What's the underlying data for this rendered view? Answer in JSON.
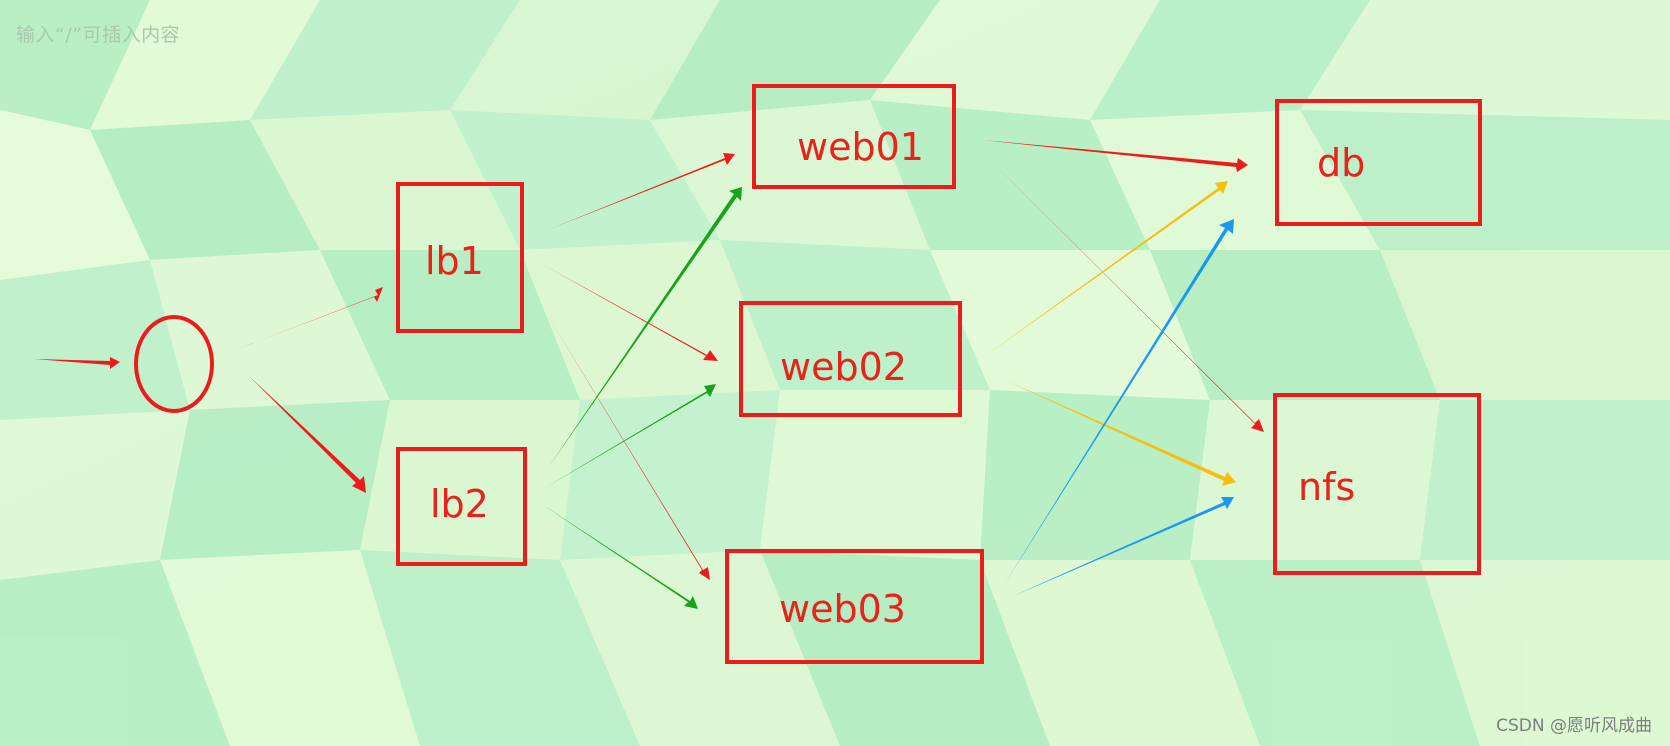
{
  "editor": {
    "placeholder": "输入“/”可插入内容"
  },
  "watermark": "CSDN @愿听风成曲",
  "colors": {
    "red": "#ed1c1c",
    "green": "#1aa319",
    "yellow": "#f6bf10",
    "blue": "#1e98ef"
  },
  "nodes": {
    "lb1": "lb1",
    "lb2": "lb2",
    "web01": "web01",
    "web02": "web02",
    "web03": "web03",
    "db": "db",
    "nfs": "nfs"
  }
}
